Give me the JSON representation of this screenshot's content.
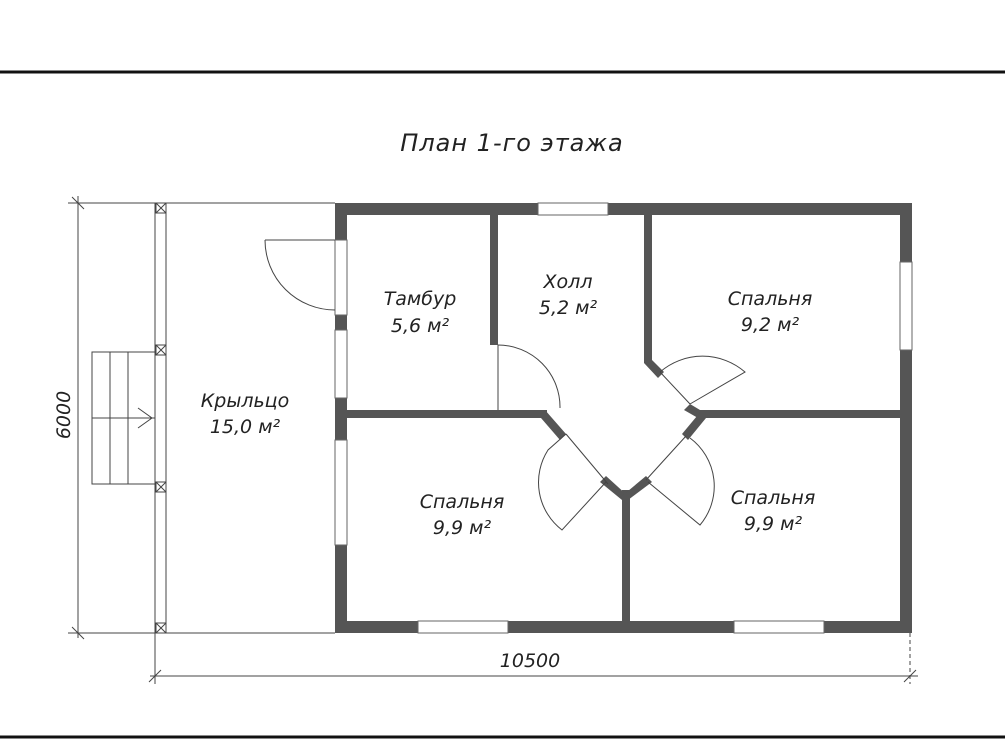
{
  "title": "План 1-го этажа",
  "rooms": [
    {
      "name": "Тамбур",
      "area": "5,6 м²"
    },
    {
      "name": "Холл",
      "area": "5,2 м²"
    },
    {
      "name": "Спальня",
      "area": "9,2 м²"
    },
    {
      "name": "Крыльцо",
      "area": "15,0 м²"
    },
    {
      "name": "Спальня",
      "area": "9,9 м²"
    },
    {
      "name": "Спальня",
      "area": "9,9 м²"
    }
  ],
  "dimensions": {
    "width": "10500",
    "height": "6000"
  },
  "colors": {
    "wall": "#555555",
    "line": "#444444"
  }
}
